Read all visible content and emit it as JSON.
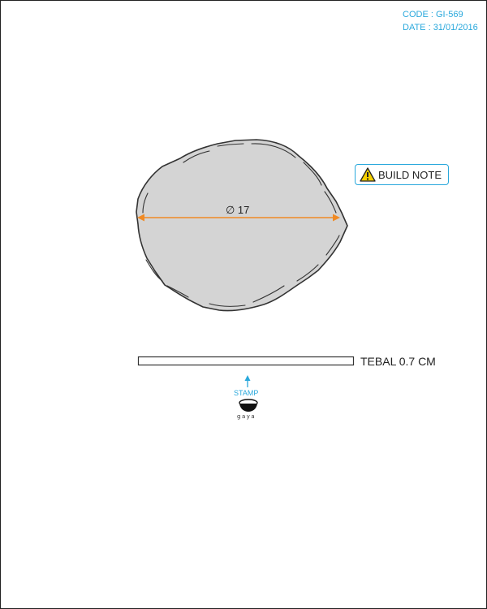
{
  "meta": {
    "code": "CODE : GI-569",
    "date": "DATE : 31/01/2016"
  },
  "build_note": {
    "label": "BUILD NOTE",
    "icon": "warning-triangle-icon"
  },
  "dimension": {
    "label": "∅ 17"
  },
  "thickness": {
    "label": "TEBAL 0.7 CM"
  },
  "stamp": {
    "label": "STAMP",
    "brand": "gaya"
  },
  "colors": {
    "accent": "#29a8dc",
    "dimension_line": "#f08a24",
    "plate_fill": "#d4d4d4",
    "outline": "#333333",
    "warning": "#f5d000"
  }
}
